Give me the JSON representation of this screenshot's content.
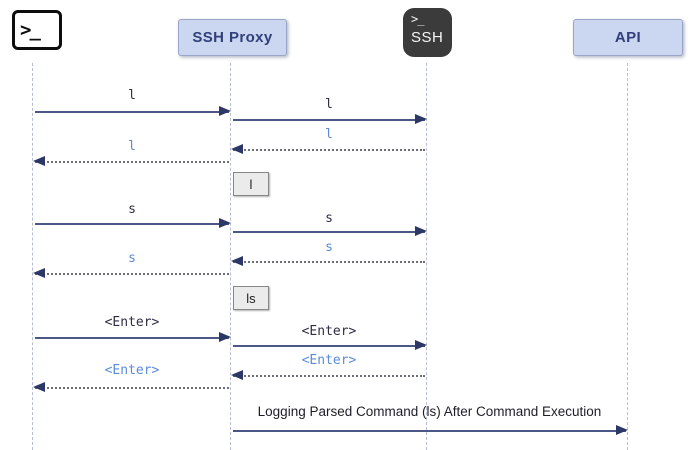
{
  "actors": {
    "terminal": {
      "glyph": ">_"
    },
    "ssh_proxy": {
      "label": "SSH Proxy"
    },
    "ssh": {
      "prompt": ">_",
      "label": "SSH"
    },
    "api": {
      "label": "API"
    }
  },
  "diagram": {
    "messages": [
      {
        "from": "terminal",
        "to": "ssh_proxy",
        "label": "l",
        "line": "solid",
        "label_style": "dark-mono"
      },
      {
        "from": "ssh_proxy",
        "to": "ssh",
        "label": "l",
        "line": "solid",
        "label_style": "dark-mono"
      },
      {
        "from": "ssh",
        "to": "ssh_proxy",
        "label": "l",
        "line": "dotted",
        "label_style": "blue-mono"
      },
      {
        "from": "ssh_proxy",
        "to": "terminal",
        "label": "l",
        "line": "dotted",
        "label_style": "blue-mono"
      },
      {
        "from": "terminal",
        "to": "ssh_proxy",
        "label": "s",
        "line": "solid",
        "label_style": "dark-mono"
      },
      {
        "from": "ssh_proxy",
        "to": "ssh",
        "label": "s",
        "line": "solid",
        "label_style": "dark-mono"
      },
      {
        "from": "ssh",
        "to": "ssh_proxy",
        "label": "s",
        "line": "dotted",
        "label_style": "blue-mono"
      },
      {
        "from": "ssh_proxy",
        "to": "terminal",
        "label": "s",
        "line": "dotted",
        "label_style": "blue-mono"
      },
      {
        "from": "terminal",
        "to": "ssh_proxy",
        "label": "<Enter>",
        "line": "solid",
        "label_style": "dark-mono"
      },
      {
        "from": "ssh_proxy",
        "to": "ssh",
        "label": "<Enter>",
        "line": "solid",
        "label_style": "dark-mono"
      },
      {
        "from": "ssh",
        "to": "ssh_proxy",
        "label": "<Enter>",
        "line": "dotted",
        "label_style": "blue-mono"
      },
      {
        "from": "ssh_proxy",
        "to": "terminal",
        "label": "<Enter>",
        "line": "dotted",
        "label_style": "blue-mono"
      },
      {
        "from": "ssh_proxy",
        "to": "api",
        "label": "Logging Parsed Command (ls) After Command Execution",
        "line": "solid",
        "label_style": "dark-sans"
      }
    ],
    "notes": [
      {
        "at": "ssh_proxy",
        "label": "l"
      },
      {
        "at": "ssh_proxy",
        "label": "ls"
      }
    ]
  },
  "colors": {
    "actor_bg": "#cbd6f0",
    "actor_border": "#9aa5c6",
    "actor_text": "#31407a",
    "terminal_fg": "#0d0d0d",
    "ssh_icon_bg": "#3b3b3b",
    "ssh_icon_fg": "#f5f5f5",
    "lifeline": "#b5bed5",
    "arrow_line": "#4d5786",
    "arrow_head": "#2c3766",
    "arrow_dots": "#6e6e7a",
    "label_dark": "#2d2d46",
    "label_blue": "#5b8bd8",
    "label_final": "#1e1e28",
    "note_bg": "#ebebeb",
    "note_border": "#878787",
    "note_text": "#222222"
  }
}
